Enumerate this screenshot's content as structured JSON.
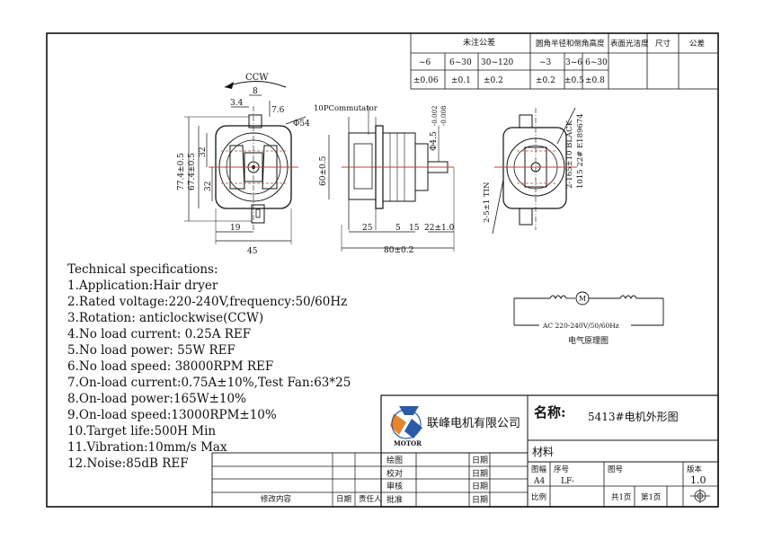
{
  "tolerance_table": {
    "header_left": "未注公差",
    "header_mid": "圆角半径和倒角高度",
    "header_surface": "表面光洁度",
    "header_size": "尺寸",
    "header_tol": "公差",
    "ranges": [
      "~6",
      "6~30",
      "30~120",
      "~3",
      "3~6",
      "6~30"
    ],
    "values": [
      "±0.06",
      "±0.1",
      "±0.2",
      "±0.2",
      "±0.5",
      "±0.8"
    ]
  },
  "front_view": {
    "rotation": "CCW",
    "dims": {
      "d8": "8",
      "d34": "3.4",
      "d76": "7.6",
      "dia54": "Φ54",
      "h774": "77.4±0.5",
      "h674": "67.4±0.5",
      "h32a": "32",
      "h32b": "32",
      "w19": "19",
      "w45": "45"
    }
  },
  "side_view": {
    "commutator_label": "10PCommutator",
    "dims": {
      "h60": "60±0.5",
      "w25": "25",
      "w5": "5",
      "w15": "15",
      "w22": "22±1.0",
      "w80": "80±0.2",
      "shaft": "Φ4.5",
      "shaft_tol_top": "-0.002",
      "shaft_tol_bot": "-0.008"
    }
  },
  "rear_view": {
    "dims": {
      "lead_blk": "2-165±10 BLACK",
      "wire_spec": "1015 22# E189674",
      "tin": "2-5±1 TIN"
    }
  },
  "circuit": {
    "label": "AC 220-240V/50/60Hz",
    "motor_symbol": "M",
    "caption": "电气原理图"
  },
  "specs": {
    "title": "Technical specifications:",
    "lines": [
      "1.Application:Hair dryer",
      "2.Rated voltage:220-240V,frequency:50/60Hz",
      "3.Rotation: anticlockwise(CCW)",
      "4.No load current: 0.25A REF",
      "5.No load power: 55W REF",
      "6.No load speed: 38000RPM REF",
      "7.On-load current:0.75A±10%,Test Fan:63*25",
      "8.On-load power:165W±10%",
      "9.On-load speed:13000RPM±10%",
      "10.Target life:500H Min",
      "11.Vibration:10mm/s Max",
      "12.Noise:85dB REF"
    ]
  },
  "title_block": {
    "company": "联峰电机有限公司",
    "logo_text": "MOTOR",
    "name_label": "名称:",
    "name_value": "5413#电机外形图",
    "material_label": "材料",
    "drawn": "绘图",
    "checked": "校对",
    "reviewed": "审核",
    "approved": "批准",
    "date": "日期",
    "sheet_size_label": "图幅",
    "sheet_size": "A4",
    "serial_label": "序号",
    "serial_value": "LF-",
    "drawing_no_label": "图号",
    "version_label": "版本",
    "version": "1.0",
    "scale_label": "比例",
    "total_pages": "共1页",
    "page": "第1页",
    "revision_content": "修改内容",
    "revision_date": "日期",
    "revision_by": "责任人"
  },
  "colors": {
    "line": "#111111",
    "hidden_red": "#d23a3a",
    "logo_blue": "#2a5aa8",
    "logo_orange": "#e8862c"
  }
}
